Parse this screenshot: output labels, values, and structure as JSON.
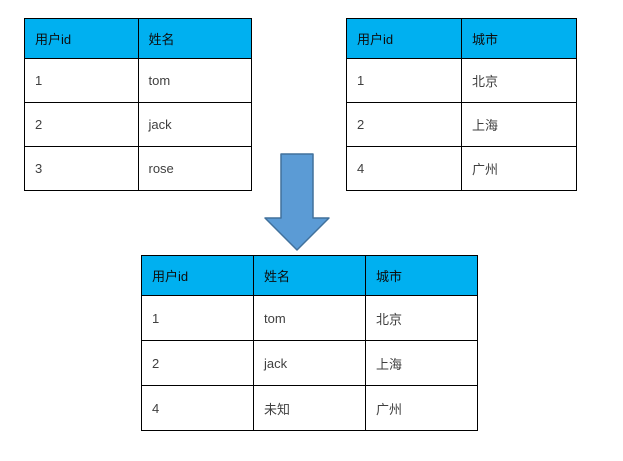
{
  "diagram": {
    "title": "table-join-illustration",
    "header_bg": "#00b0f0",
    "border_color": "#000000",
    "arrow_fill": "#5b9bd5",
    "arrow_stroke": "#41719c"
  },
  "left_table": {
    "headers": [
      "用户id",
      "姓名"
    ],
    "rows": [
      [
        "1",
        "tom"
      ],
      [
        "2",
        "jack"
      ],
      [
        "3",
        "rose"
      ]
    ]
  },
  "right_table": {
    "headers": [
      "用户id",
      "城市"
    ],
    "rows": [
      [
        "1",
        "北京"
      ],
      [
        "2",
        "上海"
      ],
      [
        "4",
        "广州"
      ]
    ]
  },
  "result_table": {
    "headers": [
      "用户id",
      "姓名",
      "城市"
    ],
    "rows": [
      [
        "1",
        "tom",
        "北京"
      ],
      [
        "2",
        "jack",
        "上海"
      ],
      [
        "4",
        "未知",
        "广州"
      ]
    ]
  }
}
